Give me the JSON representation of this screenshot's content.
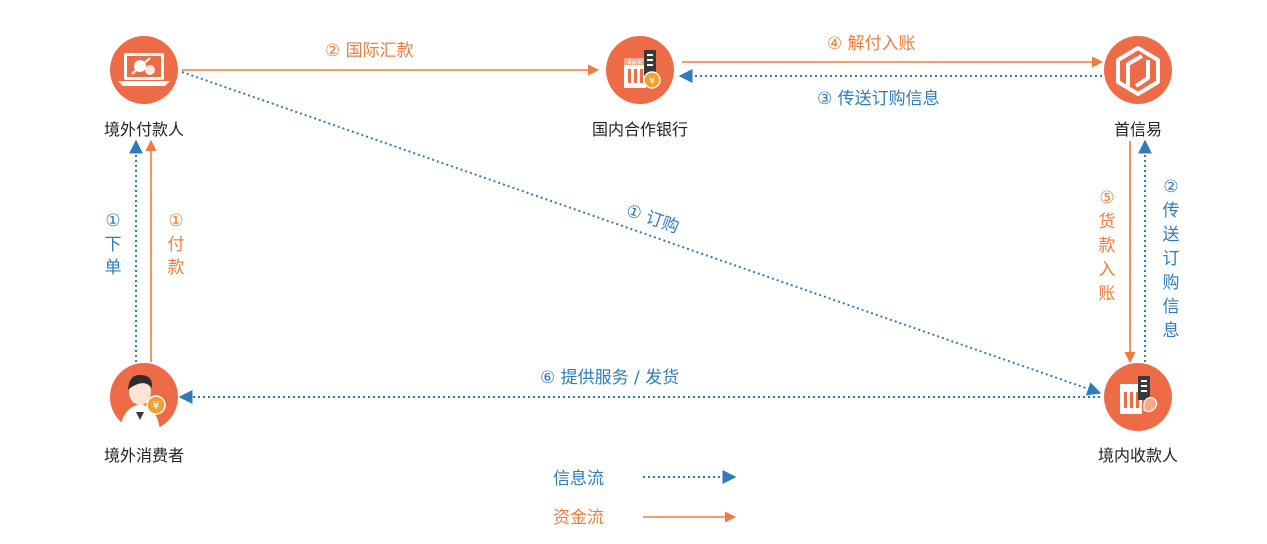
{
  "colors": {
    "info": "#2f7cbd",
    "money": "#ee7d3b",
    "node": "#ee6b47",
    "text": "#222222"
  },
  "nodes": {
    "payer": {
      "label": "境外付款人",
      "icon": "laptop-payment-icon"
    },
    "bank": {
      "label": "国内合作银行",
      "icon": "bank-building-icon"
    },
    "platform": {
      "label": "首信易",
      "icon": "payeasy-logo-icon"
    },
    "consumer": {
      "label": "境外消费者",
      "icon": "consumer-avatar-icon"
    },
    "receiver": {
      "label": "境内收款人",
      "icon": "merchant-building-icon"
    }
  },
  "flows": {
    "intl_remit": "② 国际汇款",
    "settle": "④ 解付入账",
    "send_order_bank": "③ 传送订购信息",
    "order": "① 订购",
    "provide_service": "⑥ 提供服务 / 发货",
    "place_order": [
      "①",
      "下",
      "单"
    ],
    "pay": [
      "①",
      "付",
      "款"
    ],
    "goods_credit": [
      "⑤",
      "货",
      "款",
      "入",
      "账"
    ],
    "send_order_platform": [
      "②",
      "传",
      "送",
      "订",
      "购",
      "信",
      "息"
    ]
  },
  "legend": {
    "info_flow": "信息流",
    "money_flow": "资金流"
  }
}
